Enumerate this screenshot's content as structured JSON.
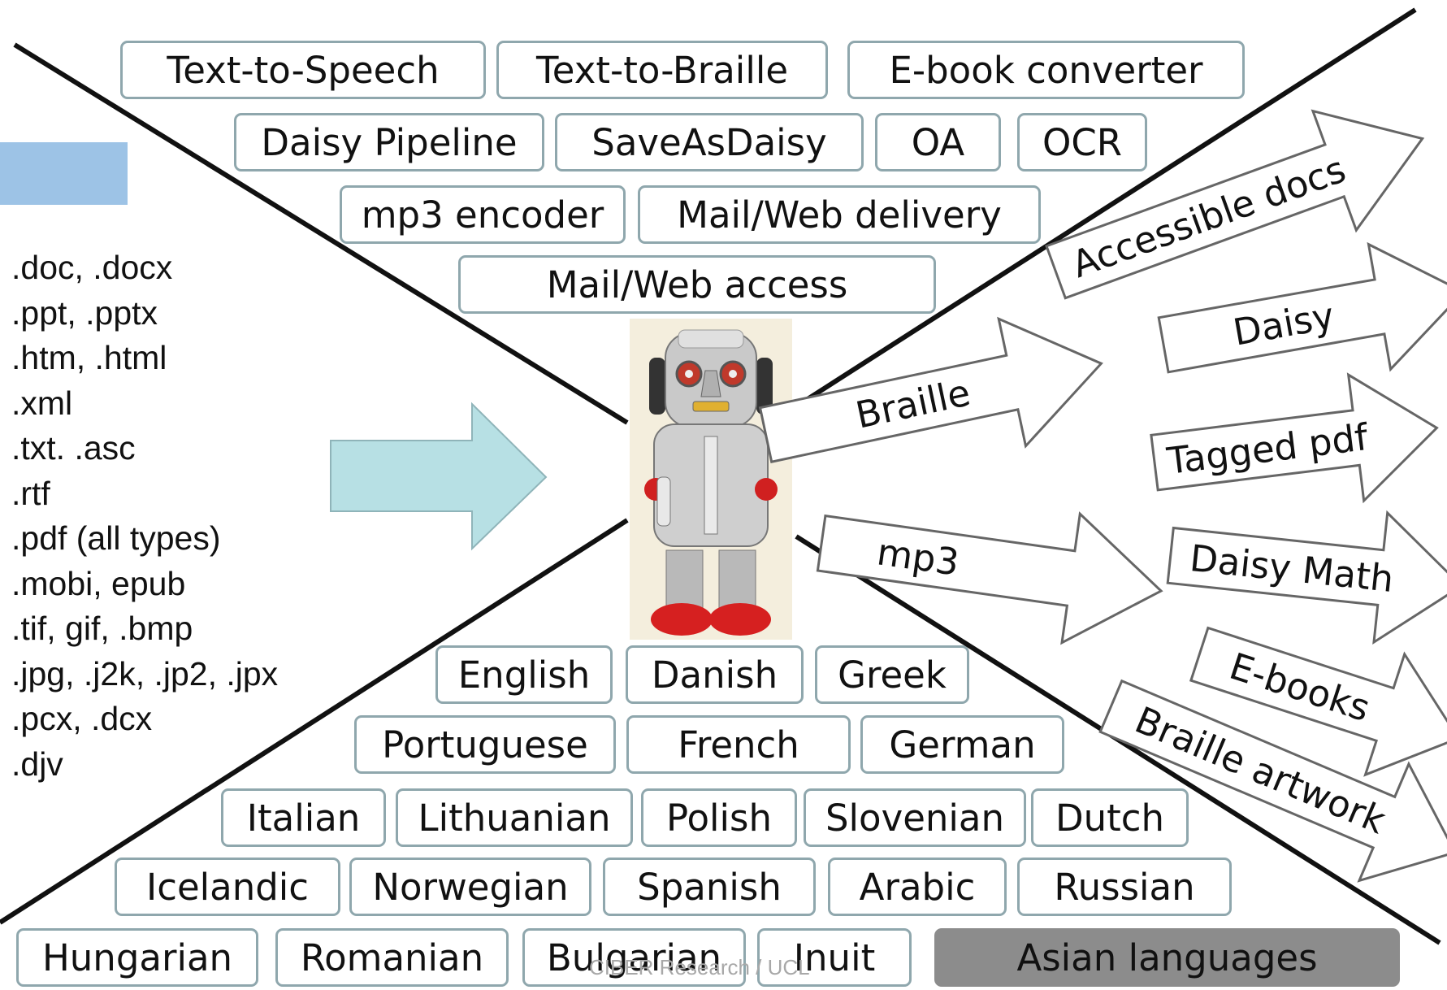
{
  "tools_row1": [
    "Text-to-Speech",
    "Text-to-Braille",
    "E-book converter"
  ],
  "tools_row2": [
    "Daisy Pipeline",
    "SaveAsDaisy",
    "OA",
    "OCR"
  ],
  "tools_row3": [
    "mp3 encoder",
    "Mail/Web delivery"
  ],
  "tools_row4": [
    "Mail/Web access"
  ],
  "input_formats": [
    ".doc, .docx",
    ".ppt, .pptx",
    ".htm, .html",
    ".xml",
    ".txt. .asc",
    ".rtf",
    ".pdf (all types)",
    ".mobi, epub",
    ".tif, gif, .bmp",
    ".jpg, .j2k, .jp2, .jpx",
    ".pcx, .dcx",
    ".djv"
  ],
  "outputs_left": [
    "Braille",
    "mp3"
  ],
  "outputs_right": [
    "Accessible docs",
    "Daisy",
    "Tagged pdf",
    "Daisy Math",
    "E-books",
    "Braille artwork"
  ],
  "languages_row1": [
    "English",
    "Danish",
    "Greek"
  ],
  "languages_row2": [
    "Portuguese",
    "French",
    "German"
  ],
  "languages_row3": [
    "Italian",
    "Lithuanian",
    "Polish",
    "Slovenian",
    "Dutch"
  ],
  "languages_row4": [
    "Icelandic",
    "Norwegian",
    "Spanish",
    "Arabic",
    "Russian"
  ],
  "languages_row5": [
    "Hungarian",
    "Romanian",
    "Bulgarian",
    "Inuit"
  ],
  "languages_highlight": "Asian languages",
  "footer": "CIBER Research / UCL",
  "colors": {
    "box_border": "#8fa7ad",
    "input_arrow": "#b7e0e4",
    "blue_rect": "#9dc3e6",
    "highlight_box": "#8c8c8c"
  },
  "icons": {
    "center_image": "robot-icon"
  }
}
